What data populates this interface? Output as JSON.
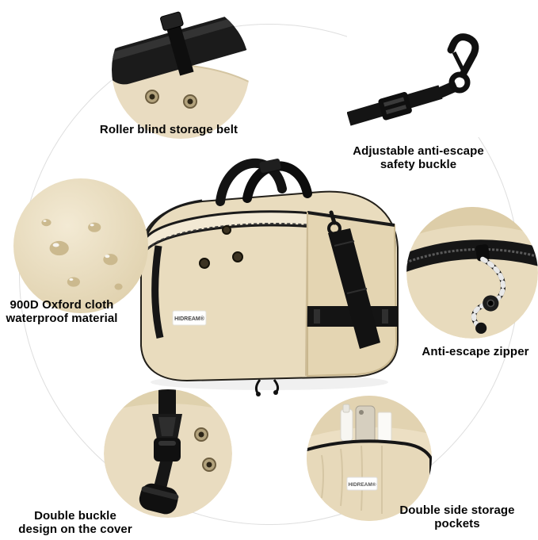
{
  "product": {
    "brand": "HIDREAM®"
  },
  "features": {
    "roller_blind": {
      "label": "Roller blind storage belt"
    },
    "safety_buckle": {
      "line1": "Adjustable anti-escape",
      "line2": "safety buckle"
    },
    "waterproof": {
      "line1": "900D Oxford cloth",
      "line2": "waterproof material"
    },
    "zipper": {
      "label": "Anti-escape zipper"
    },
    "double_buckle": {
      "line1": "Double buckle",
      "line2": "design on the cover"
    },
    "side_pockets": {
      "line1": "Double side storage",
      "line2": "pockets"
    }
  },
  "colors": {
    "beige": "#e9dcbe",
    "beige_dark": "#ddcda8",
    "black": "#141414",
    "circle_outline": "#dedede"
  }
}
